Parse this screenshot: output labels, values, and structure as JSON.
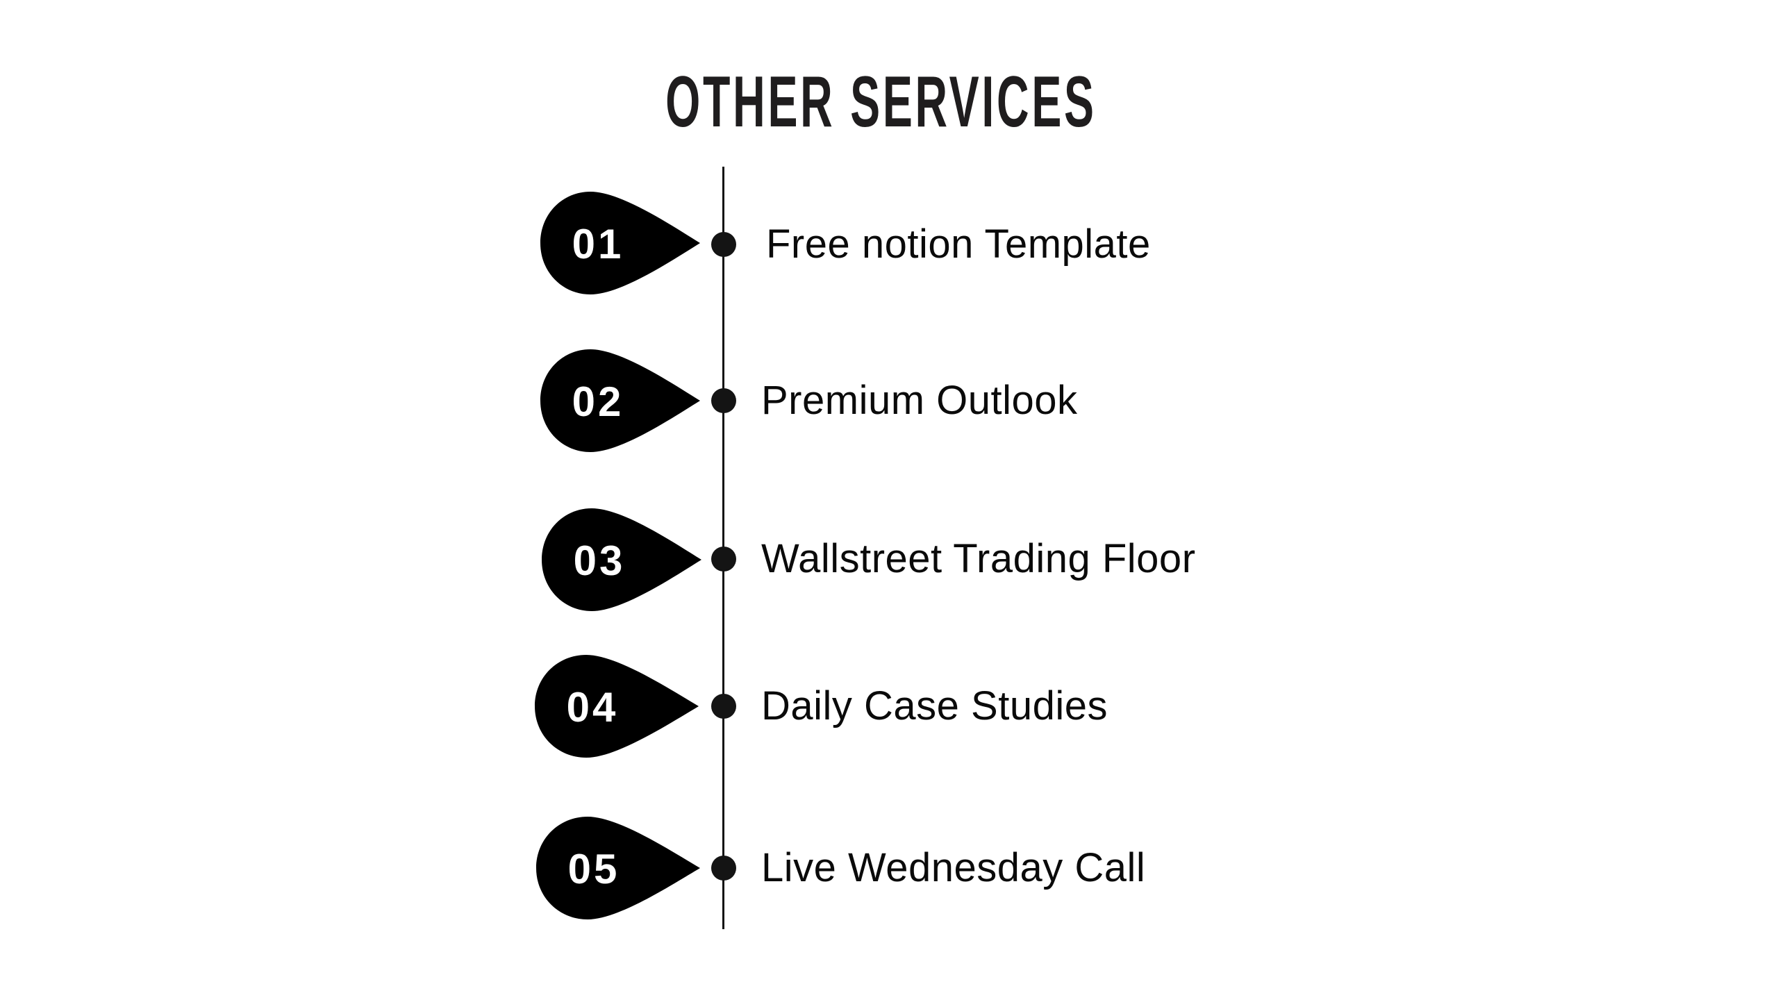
{
  "title": "OTHER SERVICES",
  "colors": {
    "text": "#1f1d1e",
    "drop": "#000000",
    "dot": "#141414",
    "line": "#111111",
    "background": "#ffffff"
  },
  "timeline": {
    "items": [
      {
        "number": "01",
        "label": "Free notion Template",
        "icon": "teardrop-marker"
      },
      {
        "number": "02",
        "label": "Premium Outlook",
        "icon": "teardrop-marker"
      },
      {
        "number": "03",
        "label": "Wallstreet Trading Floor",
        "icon": "teardrop-marker"
      },
      {
        "number": "04",
        "label": "Daily Case Studies",
        "icon": "teardrop-marker"
      },
      {
        "number": "05",
        "label": "Live Wednesday Call",
        "icon": "teardrop-marker"
      }
    ]
  }
}
